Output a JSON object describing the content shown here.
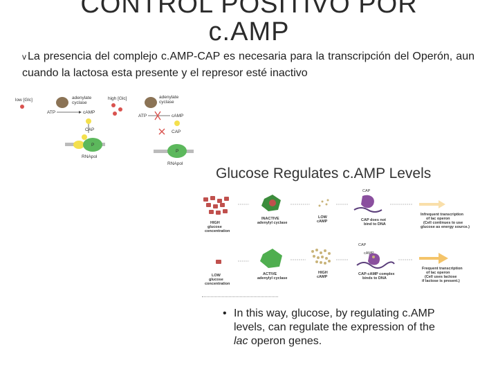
{
  "title": {
    "line1": "CONTROL  POSITIVO POR",
    "line2": "c.AMP"
  },
  "bullet": {
    "marker": "v",
    "text": "La presencia del complejo c.AMP-CAP es necesaria para la transcripción del Operón, aun cuando la lactosa esta presente y el represor esté inactivo"
  },
  "diagram": {
    "left": {
      "glc": "low [Glc]",
      "enzyme": "adenylate cyclase",
      "atp": "ATP",
      "camp": "cAMP",
      "cap": "CAP",
      "p": "P",
      "rnapol": "RNApol"
    },
    "right": {
      "glc": "high [Glc]",
      "enzyme": "adenylate cyclase",
      "atp": "ATP",
      "camp": "cAMP",
      "cap": "CAP",
      "p": "P",
      "rnapol": "RNApol"
    }
  },
  "figure": {
    "title": "Glucose Regulates c.AMP Levels",
    "row1": {
      "glucose": [
        "HIGH",
        "glucose",
        "concentration"
      ],
      "cyclase": [
        "INACTIVE",
        "adenylyl cyclase"
      ],
      "camp": [
        "LOW",
        "cAMP"
      ],
      "cap_label": "CAP",
      "binding": [
        "CAP does not",
        "bind to DNA"
      ],
      "result": [
        "Infrequent transcription",
        "of lac operon",
        "(Cell continues to use",
        "glucose as energy source.)"
      ]
    },
    "row2": {
      "glucose": [
        "LOW",
        "glucose",
        "concentration"
      ],
      "cyclase": [
        "ACTIVE",
        "adenylyl cyclase"
      ],
      "camp": [
        "HIGH",
        "cAMP"
      ],
      "cap_label": "CAP",
      "camp_label": "cAMP",
      "binding": [
        "CAP-cAMP complex",
        "binds to DNA"
      ],
      "result": [
        "Frequent transcription",
        "of lac operon",
        "(Cell uses lactose",
        "if lactose is present.)"
      ]
    },
    "colors": {
      "glucose": "#c0504d",
      "cyclase_inactive": "#3c8c3c",
      "cyclase_active": "#4fae4f",
      "camp": "#c9b47a",
      "cap": "#8a4f9e",
      "arrow": "#f4c46a",
      "dna": "#5a3d7a"
    }
  },
  "note": {
    "bullet": "•",
    "before": "In this way, glucose, by regulating c.AMP levels, can regulate the expression of the ",
    "italic": "lac",
    "after": " operon genes."
  }
}
